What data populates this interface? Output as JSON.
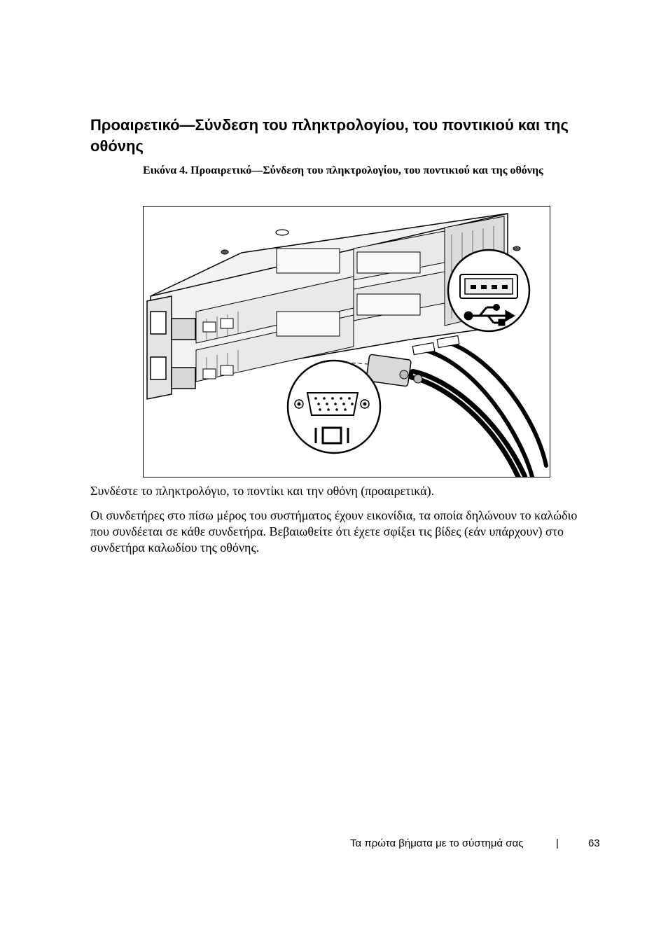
{
  "section": {
    "title": "Προαιρετικό—Σύνδεση του πληκτρολογίου, του ποντικιού και της οθόνης"
  },
  "figure": {
    "caption": "Εικόνα 4. Προαιρετικό—Σύνδεση του πληκτρολογίου, του ποντικιού και της οθόνης",
    "icons": [
      "usb-port-icon",
      "usb-symbol-icon",
      "vga-port-icon",
      "monitor-symbol-icon"
    ]
  },
  "body": {
    "paragraph1": "Συνδέστε το πληκτρολόγιο, το ποντίκι και την οθόνη (προαιρετικά).",
    "paragraph2": "Οι συνδετήρες στο πίσω μέρος του συστήματος έχουν εικονίδια, τα οποία δηλώνουν το καλώδιο που συνδέεται σε κάθε συνδετήρα. Βεβαιωθείτε ότι έχετε σφίξει τις βίδες (εάν υπάρχουν) στο συνδετήρα καλωδίου της οθόνης."
  },
  "footer": {
    "chapter_title": "Τα πρώτα βήματα με το σύστημά σας",
    "separator": "|",
    "page_number": "63"
  }
}
